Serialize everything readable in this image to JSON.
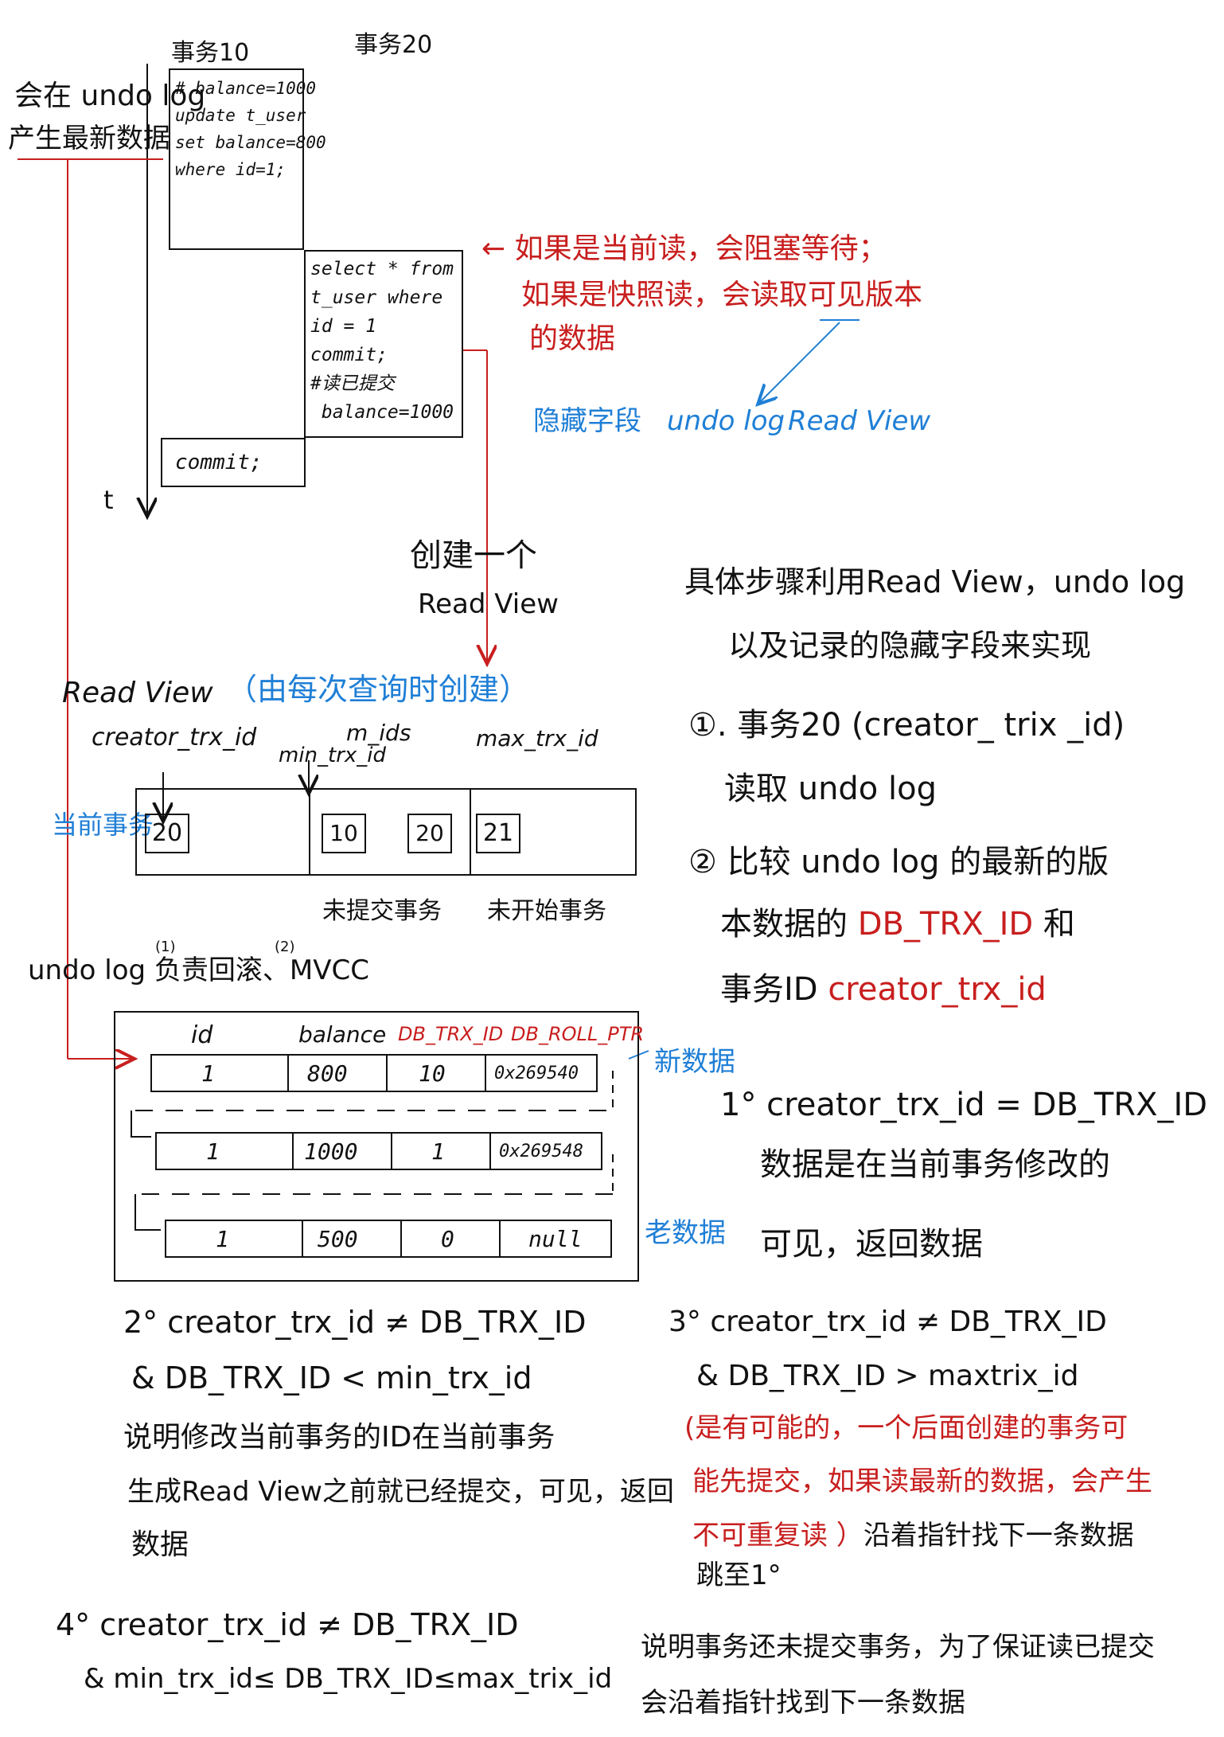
{
  "timeline": {
    "tx10_label": "事务10",
    "tx20_label": "事务20",
    "undo_note_line1": "会在 undo log",
    "undo_note_line2": "产生最新数据",
    "t_label": "t",
    "tx10_code": [
      "# balance=1000",
      "update t_user",
      "set balance=800",
      "where id=1;"
    ],
    "tx20_code": [
      "select * from",
      "t_user where",
      "id = 1",
      "commit;",
      "#读已提交",
      " balance=1000"
    ],
    "tx10_commit": "commit;"
  },
  "read_note": {
    "line1": "← 如果是当前读，会阻塞等待；",
    "line2": "如果是快照读，会读取可见版本",
    "line3": "的数据",
    "impl_parts": [
      "隐藏字段",
      "undo log",
      "Read View"
    ]
  },
  "create_rv": {
    "line1": "创建一个",
    "line2": "Read View"
  },
  "read_view": {
    "title": "Read View",
    "title_note": "（由每次查询时创建）",
    "labels": {
      "creator": "creator_trx_id",
      "min": "min_trx_id",
      "m_ids": "m_ids",
      "max": "max_trx_id"
    },
    "current_tx_label": "当前事务",
    "cells": [
      "20",
      "10",
      "20",
      "21"
    ],
    "uncommitted_label": "未提交事务",
    "not_started_label": "未开始事务"
  },
  "undo_log": {
    "title": "undo log 负责回滚、MVCC",
    "sup1": "(1)",
    "sup2": "(2)",
    "headers": [
      "id",
      "balance",
      "DB_TRX_ID",
      "DB_ROLL_PTR"
    ],
    "rows": [
      [
        "1",
        "800",
        "10",
        "0x269540"
      ],
      [
        "1",
        "1000",
        "1",
        "0x269548"
      ],
      [
        "1",
        "500",
        "0",
        "null"
      ]
    ],
    "new_data_label": "新数据",
    "old_data_label": "老数据"
  },
  "steps": {
    "intro_line1": "具体步骤利用Read View，undo log",
    "intro_line2": "以及记录的隐藏字段来实现",
    "s1_line1": "①. 事务20 (creator_ trix _id)",
    "s1_line2": "读取  undo log",
    "s2_line1": "② 比较 undo log 的最新的版",
    "s2_line2a": "本数据的 ",
    "s2_line2b": "DB_TRX_ID",
    "s2_line2c": " 和",
    "s2_line3a": "事务ID ",
    "s2_line3b": "creator_trx_id",
    "c1_line1": "1° creator_trx_id = DB_TRX_ID",
    "c1_line2": "数据是在当前事务修改的",
    "c1_line3": "可见，返回数据",
    "c2_line1": "2° creator_trx_id ≠ DB_TRX_ID",
    "c2_line2": "& DB_TRX_ID  <  min_trx_id",
    "c2_line3": "说明修改当前事务的ID在当前事务",
    "c2_line4": "生成Read View之前就已经提交，可见，返回",
    "c2_line5": "数据",
    "c3_line1": "3° creator_trx_id ≠ DB_TRX_ID",
    "c3_line2": "& DB_TRX_ID > maxtrix_id",
    "c3_red1": "(是有可能的，一个后面创建的事务可",
    "c3_red2": "能先提交，如果读最新的数据，会产生",
    "c3_red3": "不可重复读 ）",
    "c3_black3": "沿着指针找下一条数据",
    "c3_line4": "跳至1°",
    "c4_line1": "4° creator_trx_id ≠ DB_TRX_ID",
    "c4_line2": "& min_trx_id≤ DB_TRX_ID≤max_trix_id",
    "c4_note1": "说明事务还未提交事务，为了保证读已提交",
    "c4_note2": "会沿着指针找到下一条数据"
  }
}
